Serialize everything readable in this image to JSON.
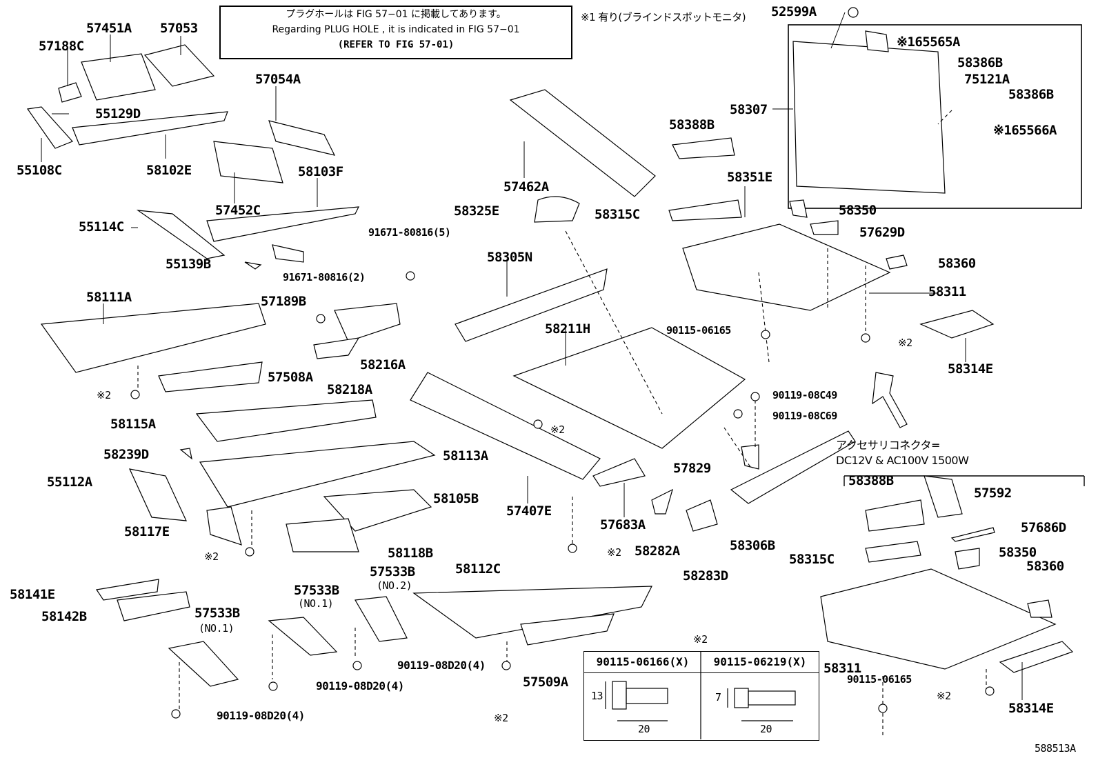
{
  "notes": {
    "plug_hole_jp": "プラグホールは FIG 57−01 に掲載してあります。",
    "plug_hole_en": "Regarding  PLUG  HOLE , it is indicated in FIG  57−01",
    "refer": "(REFER TO FIG 57-01)",
    "blind_spot": "※1 有り(ブラインドスポットモニタ)",
    "accessory_1": "アクセサリコネクタ=",
    "accessory_2": "DC12V  &  AC100V  1500W",
    "ref2_title": "※2",
    "figure_id": "588513A"
  },
  "legend": {
    "col1": "90115-06166(X)",
    "col2": "90115-06219(X)",
    "dim_13": "13",
    "dim_7": "7",
    "dim_20a": "20",
    "dim_20b": "20"
  },
  "labels": [
    {
      "id": "p57451A",
      "text": "57451A"
    },
    {
      "id": "p57053",
      "text": "57053"
    },
    {
      "id": "p57188C",
      "text": "57188C"
    },
    {
      "id": "p55129D",
      "text": "55129D"
    },
    {
      "id": "p55108C",
      "text": "55108C"
    },
    {
      "id": "p58102E",
      "text": "58102E"
    },
    {
      "id": "p57054A",
      "text": "57054A"
    },
    {
      "id": "p58103F",
      "text": "58103F"
    },
    {
      "id": "p57452C",
      "text": "57452C"
    },
    {
      "id": "p55114C",
      "text": "55114C"
    },
    {
      "id": "p55139B",
      "text": "55139B"
    },
    {
      "id": "p91671_2",
      "text": "91671-80816(2)"
    },
    {
      "id": "p91671_5",
      "text": "91671-80816(5)"
    },
    {
      "id": "p57189B",
      "text": "57189B"
    },
    {
      "id": "p58111A",
      "text": "58111A"
    },
    {
      "id": "p58216A",
      "text": "58216A"
    },
    {
      "id": "p57508A",
      "text": "57508A"
    },
    {
      "id": "p58218A",
      "text": "58218A"
    },
    {
      "id": "p58115A",
      "text": "58115A"
    },
    {
      "id": "p58239D",
      "text": "58239D"
    },
    {
      "id": "p58113A",
      "text": "58113A"
    },
    {
      "id": "p55112A",
      "text": "55112A"
    },
    {
      "id": "p58105B",
      "text": "58105B"
    },
    {
      "id": "p58117E",
      "text": "58117E"
    },
    {
      "id": "p58118B",
      "text": "58118B"
    },
    {
      "id": "p58141E",
      "text": "58141E"
    },
    {
      "id": "p58142B",
      "text": "58142B"
    },
    {
      "id": "p57533B_a",
      "text": "57533B"
    },
    {
      "id": "p57533B_b",
      "text": "57533B"
    },
    {
      "id": "p57533B_c",
      "text": "57533B"
    },
    {
      "id": "p58112C",
      "text": "58112C"
    },
    {
      "id": "p57509A",
      "text": "57509A"
    },
    {
      "id": "p90119_a",
      "text": "90119-08D20(4)"
    },
    {
      "id": "p90119_b",
      "text": "90119-08D20(4)"
    },
    {
      "id": "p90119_c",
      "text": "90119-08D20(4)"
    },
    {
      "id": "p57462A",
      "text": "57462A"
    },
    {
      "id": "p58325E",
      "text": "58325E"
    },
    {
      "id": "p58305N",
      "text": "58305N"
    },
    {
      "id": "p58211H",
      "text": "58211H"
    },
    {
      "id": "p57407E",
      "text": "57407E"
    },
    {
      "id": "p57683A",
      "text": "57683A"
    },
    {
      "id": "p58282A",
      "text": "58282A"
    },
    {
      "id": "p58283D",
      "text": "58283D"
    },
    {
      "id": "p58306B",
      "text": "58306B"
    },
    {
      "id": "p57829",
      "text": "57829"
    },
    {
      "id": "p90119_c49",
      "text": "90119-08C49"
    },
    {
      "id": "p90119_c69",
      "text": "90119-08C69"
    },
    {
      "id": "p90115_06165a",
      "text": "90115-06165"
    },
    {
      "id": "p52599A",
      "text": "52599A"
    },
    {
      "id": "p65565A",
      "text": "※165565A"
    },
    {
      "id": "p58386B_a",
      "text": "58386B"
    },
    {
      "id": "p75121A",
      "text": "75121A"
    },
    {
      "id": "p58386B_b",
      "text": "58386B"
    },
    {
      "id": "p58307",
      "text": "58307"
    },
    {
      "id": "p65566A",
      "text": "※165566A"
    },
    {
      "id": "p58388B_a",
      "text": "58388B"
    },
    {
      "id": "p58351E",
      "text": "58351E"
    },
    {
      "id": "p58315C_a",
      "text": "58315C"
    },
    {
      "id": "p58350_a",
      "text": "58350"
    },
    {
      "id": "p57629D",
      "text": "57629D"
    },
    {
      "id": "p58360_a",
      "text": "58360"
    },
    {
      "id": "p58311_a",
      "text": "58311"
    },
    {
      "id": "p58314E_a",
      "text": "58314E"
    },
    {
      "id": "p58388B_b",
      "text": "58388B"
    },
    {
      "id": "p57592",
      "text": "57592"
    },
    {
      "id": "p57686D",
      "text": "57686D"
    },
    {
      "id": "p58315C_b",
      "text": "58315C"
    },
    {
      "id": "p58350_b",
      "text": "58350"
    },
    {
      "id": "p58360_b",
      "text": "58360"
    },
    {
      "id": "p58311_b",
      "text": "58311"
    },
    {
      "id": "p90115_06165b",
      "text": "90115-06165"
    },
    {
      "id": "p58314E_b",
      "text": "58314E"
    },
    {
      "id": "no1_a",
      "text": "(NO.1)"
    },
    {
      "id": "no1_b",
      "text": "(NO.1)"
    },
    {
      "id": "no2",
      "text": "(NO.2)"
    },
    {
      "id": "r2_1",
      "text": "※2"
    },
    {
      "id": "r2_2",
      "text": "※2"
    },
    {
      "id": "r2_3",
      "text": "※2"
    },
    {
      "id": "r2_4",
      "text": "※2"
    },
    {
      "id": "r2_5",
      "text": "※2"
    },
    {
      "id": "r2_6",
      "text": "※2"
    },
    {
      "id": "r2_7",
      "text": "※2"
    }
  ]
}
